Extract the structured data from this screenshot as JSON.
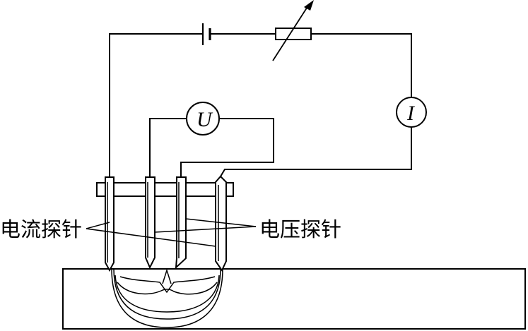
{
  "meters": {
    "voltmeter_symbol": "U",
    "ammeter_symbol": "I"
  },
  "labels": {
    "current_probe": "电流探针",
    "voltage_probe": "电压探针"
  },
  "components": {
    "battery": "battery-icon",
    "variable_resistor": "variable-resistor-icon",
    "voltmeter": "voltmeter-icon",
    "ammeter": "ammeter-icon"
  }
}
